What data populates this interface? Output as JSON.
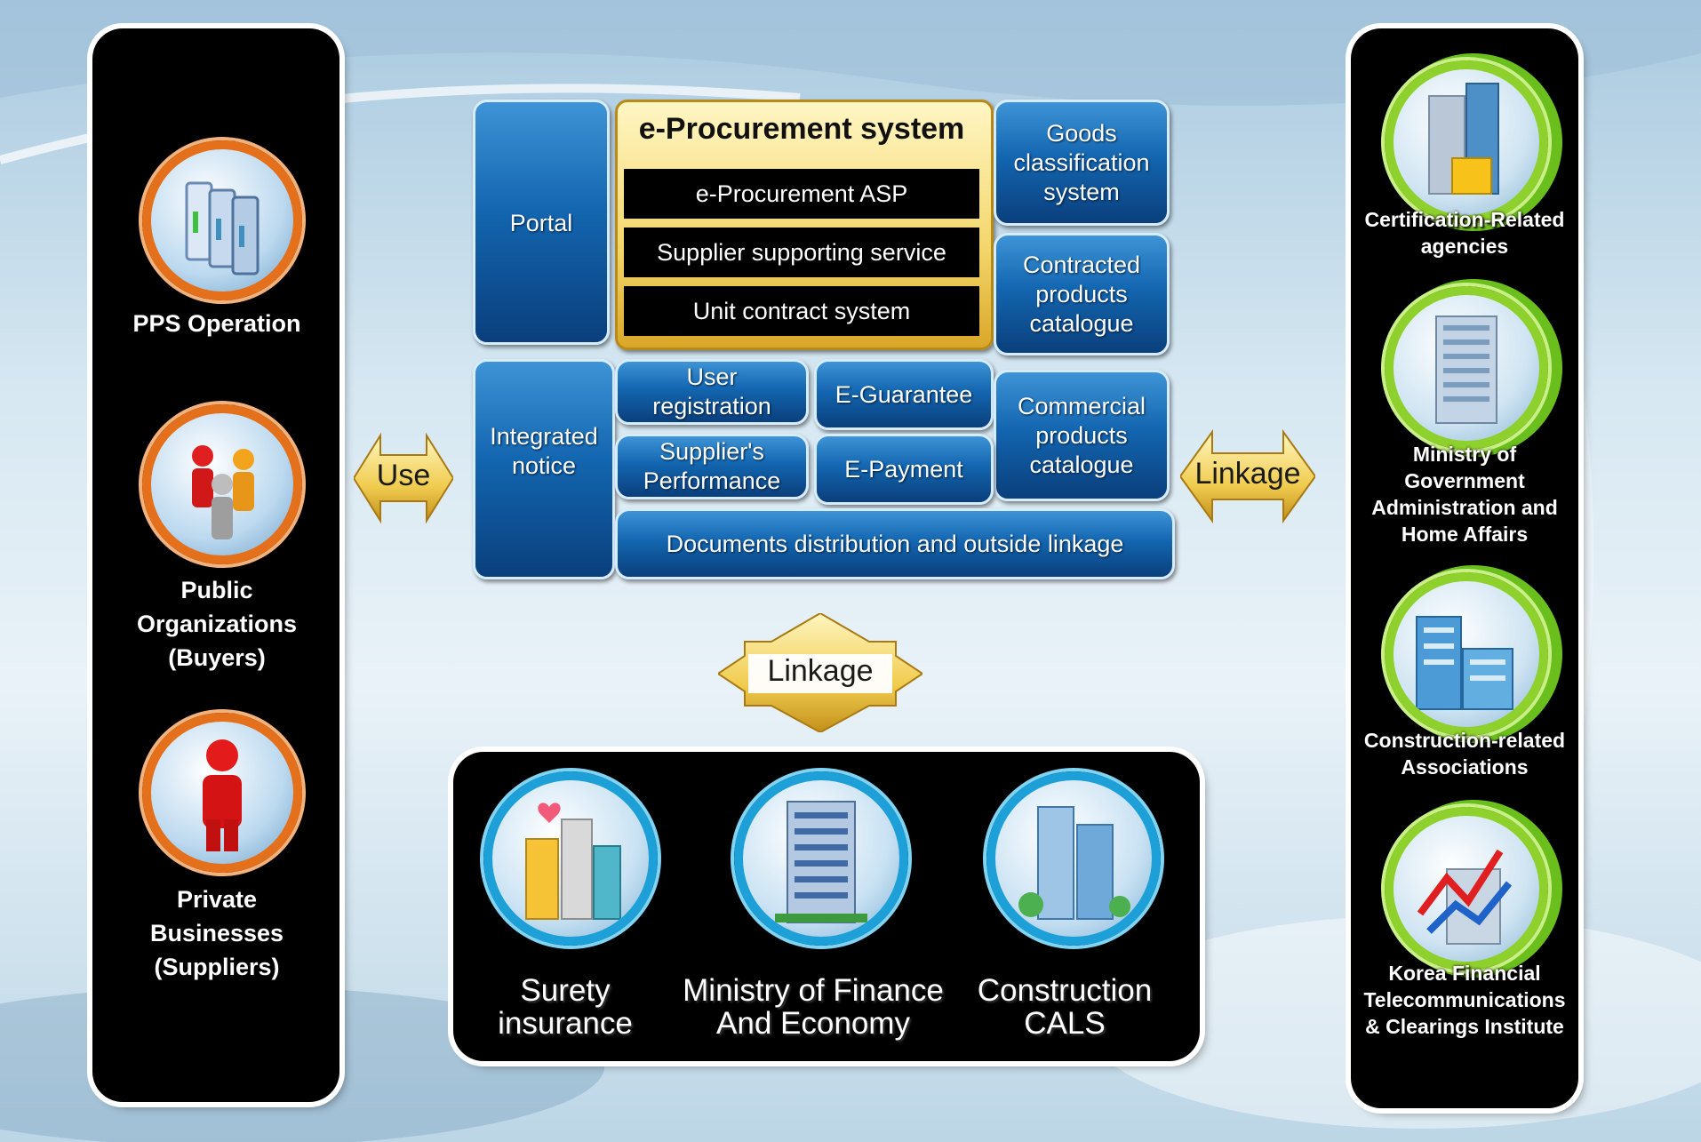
{
  "left_entities": [
    {
      "label": "PPS Operation",
      "icon": "server-icon"
    },
    {
      "label": "Public Organizations (Buyers)",
      "icon": "people-group-icon"
    },
    {
      "label": "Private Businesses (Suppliers)",
      "icon": "person-icon"
    }
  ],
  "right_entities": [
    {
      "label": "Certification-Related agencies",
      "icon": "office-building-icon"
    },
    {
      "label": "Ministry of Government Administration and Home Affairs",
      "icon": "government-building-icon"
    },
    {
      "label": "Construction-related Associations",
      "icon": "office-complex-icon"
    },
    {
      "label": "Korea Financial Telecommunications & Clearings Institute",
      "icon": "financial-chart-icon"
    }
  ],
  "center": {
    "portal": "Portal",
    "integrated_notice": "Integrated notice",
    "eprocurement_title": "e-Procurement system",
    "eprocurement_items": [
      "e-Procurement ASP",
      "Supplier supporting service",
      "Unit contract system"
    ],
    "goods_classification": "Goods classification system",
    "contracted_catalogue": "Contracted products catalogue",
    "user_registration": "User registration",
    "e_guarantee": "E-Guarantee",
    "commercial_catalogue": "Commercial products catalogue",
    "supplier_performance": "Supplier's Performance",
    "e_payment": "E-Payment",
    "documents_linkage": "Documents distribution and outside linkage"
  },
  "arrows": {
    "use": "Use",
    "linkage_right": "Linkage",
    "linkage_down": "Linkage"
  },
  "bottom_entities": [
    {
      "label": "Surety insurance",
      "icon": "buildings-hearts-icon"
    },
    {
      "label": "Ministry of Finance And Economy",
      "icon": "ministry-building-icon"
    },
    {
      "label": "Construction CALS",
      "icon": "construction-towers-icon"
    }
  ]
}
